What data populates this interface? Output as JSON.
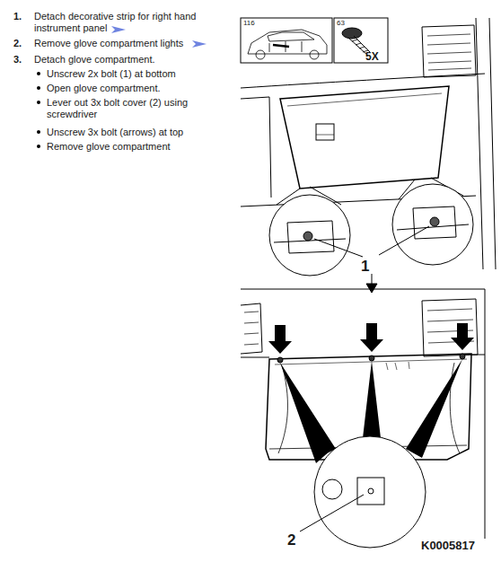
{
  "diagram": {
    "labels": [
      "1.",
      "Detach decorative strip for right hand instrument panel",
      "2.",
      "Remove glove compartment lights",
      "3.",
      "Detach glove compartment.",
      "Unscrew 2x bolt (1) at bottom",
      "Open glove compartment.",
      "Lever out 3x bolt cover (2) using screwdriver",
      "Unscrew 3x bolt (arrows) at top",
      "Remove glove compartment",
      "116",
      "63",
      "5X",
      "1",
      "2",
      "K0005817"
    ]
  }
}
